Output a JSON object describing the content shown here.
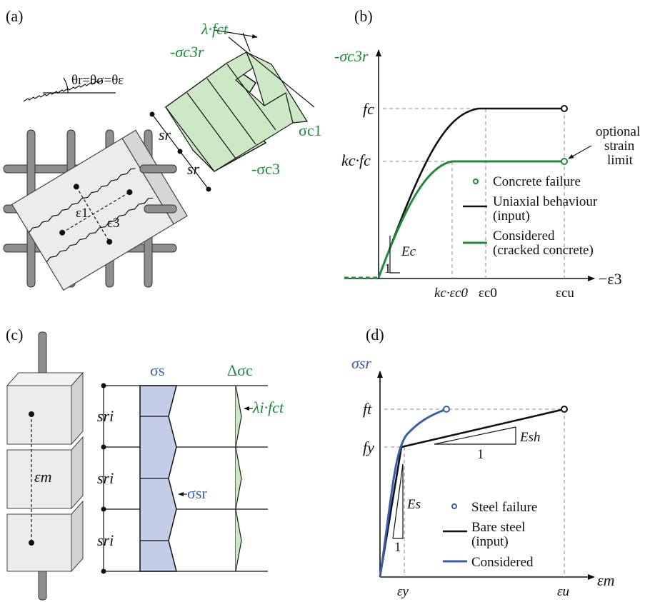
{
  "panels": {
    "a": {
      "label": "(a)",
      "theta": "θr=θσ=θε",
      "lambda_fct": "λ·fct",
      "sigma_c3r": "-σc3r",
      "sigma_c1": "σc1",
      "sigma_c3": "-σc3",
      "sr": "sr",
      "eps1": "ε1",
      "eps3": "ε3"
    },
    "b": {
      "label": "(b)",
      "y_axis": "-σc3r",
      "x_axis": "−ε3",
      "fc": "fc",
      "kcfc": "kc·fc",
      "kc_eps_c0": "kc·εc0",
      "eps_c0": "εc0",
      "eps_cu": "εcu",
      "Ec": "Ec",
      "one": "1",
      "annotation": [
        "optional",
        "strain",
        "limit"
      ],
      "legend": [
        {
          "text": [
            "Concrete failure"
          ],
          "color": "#1e8a3a",
          "kind": "marker"
        },
        {
          "text": [
            "Uniaxial behaviour",
            "(input)"
          ],
          "color": "#111111",
          "kind": "line"
        },
        {
          "text": [
            "Considered",
            "(cracked concrete)"
          ],
          "color": "#1e8a3a",
          "kind": "line"
        }
      ]
    },
    "c": {
      "label": "(c)",
      "sigma_s": "σs",
      "delta_sigma_c": "Δσc",
      "lambda_i_fct": "λi·fct",
      "sigma_sr": "σsr",
      "sri": "sri",
      "eps_m": "εm"
    },
    "d": {
      "label": "(d)",
      "y_axis": "σsr",
      "x_axis": "εm",
      "ft": "ft",
      "fy": "fy",
      "eps_y": "εy",
      "eps_u": "εu",
      "Es": "Es",
      "Esh": "Esh",
      "one": "1",
      "legend": [
        {
          "text": [
            "Steel failure"
          ],
          "color": "#3a5ea8",
          "kind": "marker"
        },
        {
          "text": [
            "Bare steel",
            "(input)"
          ],
          "color": "#111111",
          "kind": "line"
        },
        {
          "text": [
            "Considered"
          ],
          "color": "#3a5ea8",
          "kind": "line"
        }
      ]
    }
  },
  "colors": {
    "green": "#1e8a3a",
    "green_fill": "#cde8c4",
    "blue": "#3a5ea8",
    "blue_fill": "#c3cde8",
    "concrete_fill": "#ececec",
    "bar_fill": "#8f8f8f"
  }
}
